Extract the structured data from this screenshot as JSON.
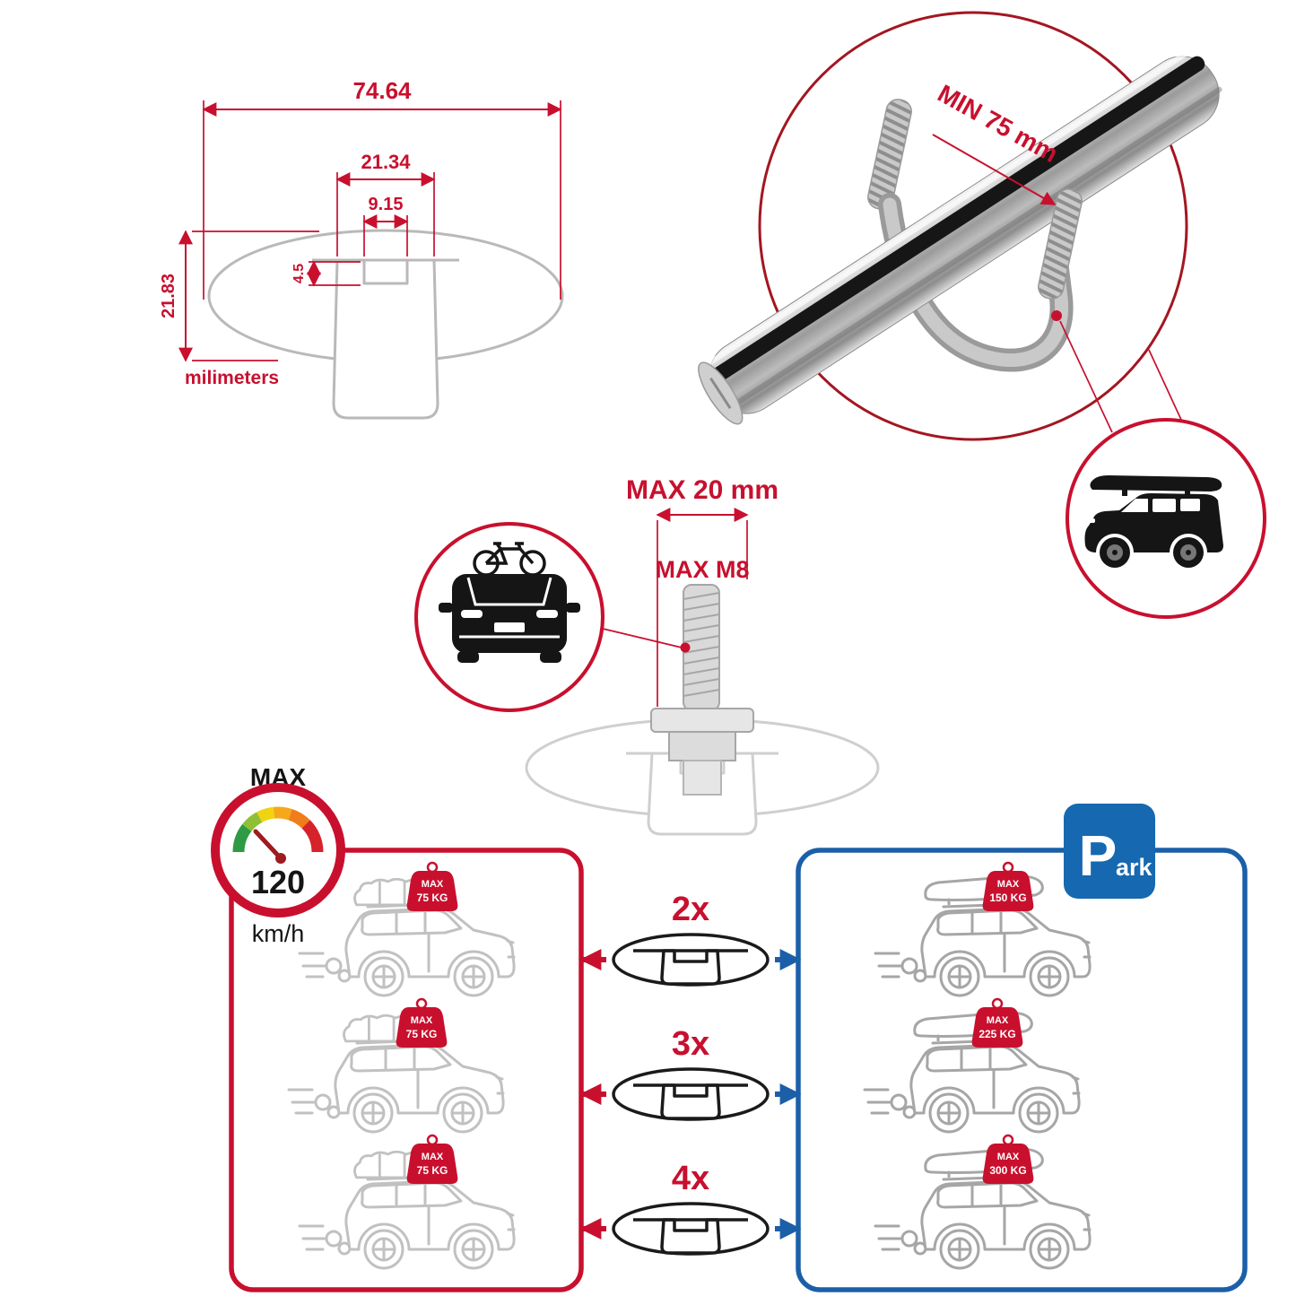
{
  "colors": {
    "red": "#c8102e",
    "dark_red": "#a31621",
    "blue": "#1b5fa8",
    "sign_blue": "#1668b1",
    "bar_gray": "#b9b9b9",
    "black": "#151515"
  },
  "cross_section": {
    "total_width": "74.64",
    "channel_width": "21.34",
    "slot_width": "9.15",
    "lip_depth": "4.5",
    "total_height": "21.83",
    "units": "milimeters"
  },
  "bar_detail": {
    "min_label": "MIN 75 mm"
  },
  "fastener": {
    "max_width": "MAX 20 mm",
    "max_thread": "MAX M8"
  },
  "speed": {
    "label": "MAX",
    "value": "120",
    "unit": "km/h"
  },
  "capacity": {
    "counts": [
      "2x",
      "3x",
      "4x"
    ],
    "left": [
      {
        "max": "MAX",
        "weight": "75 KG"
      },
      {
        "max": "MAX",
        "weight": "75 KG"
      },
      {
        "max": "MAX",
        "weight": "75 KG"
      }
    ],
    "right": [
      {
        "max": "MAX",
        "weight": "150 KG"
      },
      {
        "max": "MAX",
        "weight": "225 KG"
      },
      {
        "max": "MAX",
        "weight": "300 KG"
      }
    ],
    "park": {
      "p": "P",
      "ark": "ark"
    }
  }
}
